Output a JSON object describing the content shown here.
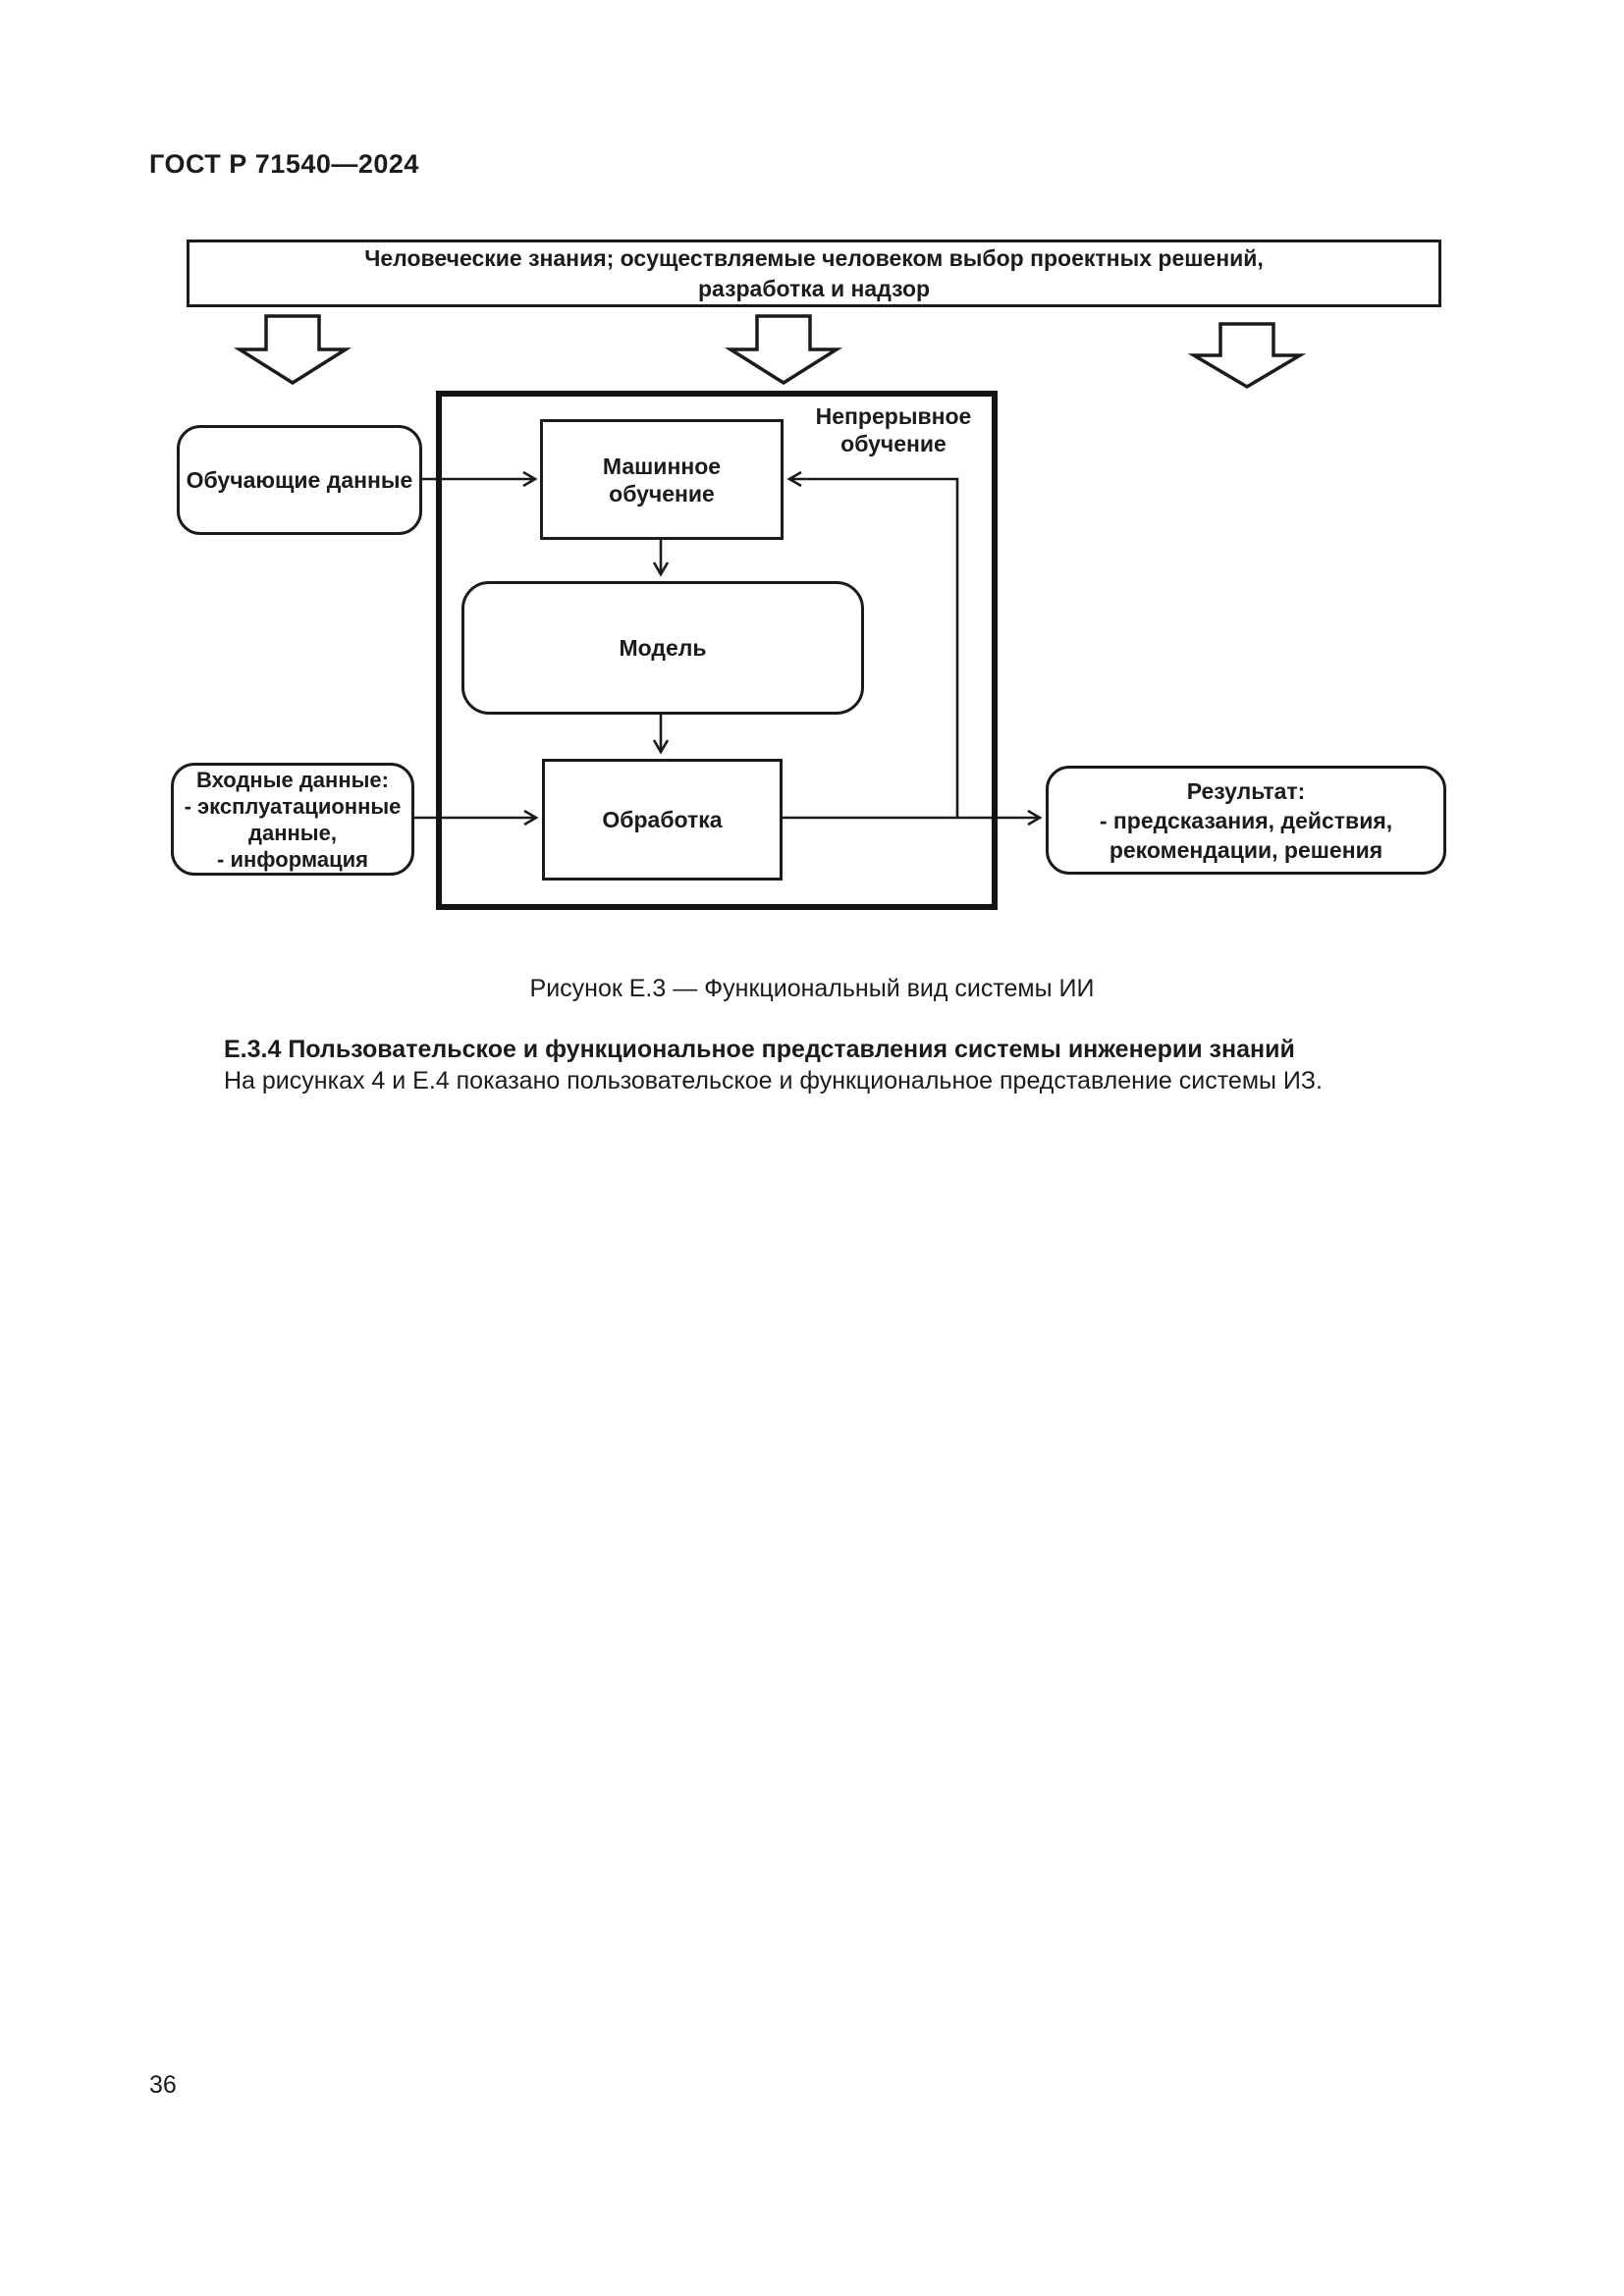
{
  "page": {
    "header": "ГОСТ Р 71540—2024",
    "page_number": "36"
  },
  "figure": {
    "top_banner": {
      "lines": [
        "Человеческие знания; осуществляемые человеком выбор проектных решений,",
        "разработка и надзор"
      ]
    },
    "boxes": {
      "training_data": {
        "label": "Обучающие данные"
      },
      "machine_learning": {
        "lines": [
          "Машинное",
          "обучение"
        ]
      },
      "continuous_learning": {
        "lines": [
          "Непрерывное",
          "обучение"
        ]
      },
      "model": {
        "label": "Модель"
      },
      "processing": {
        "label": "Обработка"
      },
      "input_data": {
        "lines": [
          "Входные данные:",
          "- эксплуатационные",
          "данные,",
          "- информация"
        ]
      },
      "result": {
        "lines": [
          "Результат:",
          "- предсказания, действия,",
          "рекомендации, решения"
        ]
      }
    },
    "caption": "Рисунок Е.3 — Функциональный вид системы ИИ"
  },
  "section": {
    "heading": "Е.3.4 Пользовательское и функциональное представления системы инженерии знаний",
    "body": "На рисунках 4 и Е.4 показано пользовательское и функциональное представление системы ИЗ."
  },
  "colors": {
    "ink": "#1b1b1b",
    "paper": "#ffffff"
  }
}
